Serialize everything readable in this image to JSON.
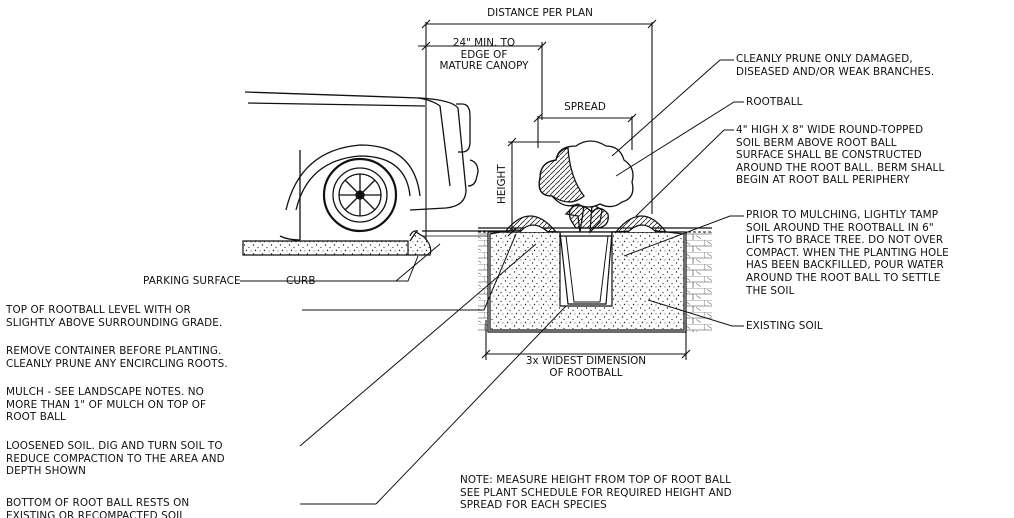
{
  "dimensions": {
    "distance_per_plan": "DISTANCE PER PLAN",
    "min_to_canopy": [
      "24\" MIN. TO",
      "EDGE OF",
      "MATURE CANOPY"
    ],
    "spread": "SPREAD",
    "height": "HEIGHT",
    "widest": [
      "3x WIDEST DIMENSION",
      "OF ROOTBALL"
    ]
  },
  "callouts_right": {
    "prune": [
      "CLEANLY PRUNE ONLY DAMAGED,",
      "DISEASED AND/OR WEAK BRANCHES."
    ],
    "rootball": [
      "ROOTBALL"
    ],
    "berm": [
      "4\" HIGH X 8\" WIDE ROUND-TOPPED",
      "SOIL BERM ABOVE ROOT BALL",
      "SURFACE SHALL BE CONSTRUCTED",
      "AROUND THE ROOT BALL. BERM SHALL",
      "BEGIN AT ROOT BALL PERIPHERY"
    ],
    "mulching": [
      "PRIOR TO MULCHING, LIGHTLY TAMP",
      "SOIL AROUND THE ROOTBALL IN 6\"",
      "LIFTS TO BRACE TREE.  DO NOT OVER",
      "COMPACT.  WHEN THE PLANTING HOLE",
      "HAS BEEN BACKFILLED, POUR WATER",
      "AROUND THE ROOT BALL TO SETTLE",
      "THE SOIL"
    ],
    "existing_soil": [
      "EXISTING SOIL"
    ]
  },
  "callouts_left": {
    "parking": "PARKING SURFACE",
    "curb": "CURB",
    "top_rootball": [
      "TOP OF ROOTBALL LEVEL WITH OR",
      "SLIGHTLY ABOVE SURROUNDING GRADE."
    ],
    "container": [
      "REMOVE CONTAINER BEFORE PLANTING.",
      "CLEANLY PRUNE ANY ENCIRCLING ROOTS."
    ],
    "mulch": [
      "MULCH - SEE LANDSCAPE NOTES.  NO",
      "MORE THAN 1\" OF MULCH ON TOP OF",
      "ROOT BALL"
    ],
    "loosened": [
      "LOOSENED SOIL. DIG AND TURN SOIL TO",
      "REDUCE COMPACTION TO THE AREA AND",
      "DEPTH SHOWN"
    ],
    "bottom": [
      "BOTTOM OF ROOT BALL RESTS ON",
      "EXISTING OR RECOMPACTED SOIL"
    ]
  },
  "note": [
    "NOTE: MEASURE HEIGHT FROM TOP OF ROOT BALL",
    "SEE PLANT SCHEDULE FOR REQUIRED HEIGHT AND",
    "SPREAD FOR EACH SPECIES"
  ],
  "colors": {
    "ink": "#111111",
    "paper": "#ffffff"
  }
}
